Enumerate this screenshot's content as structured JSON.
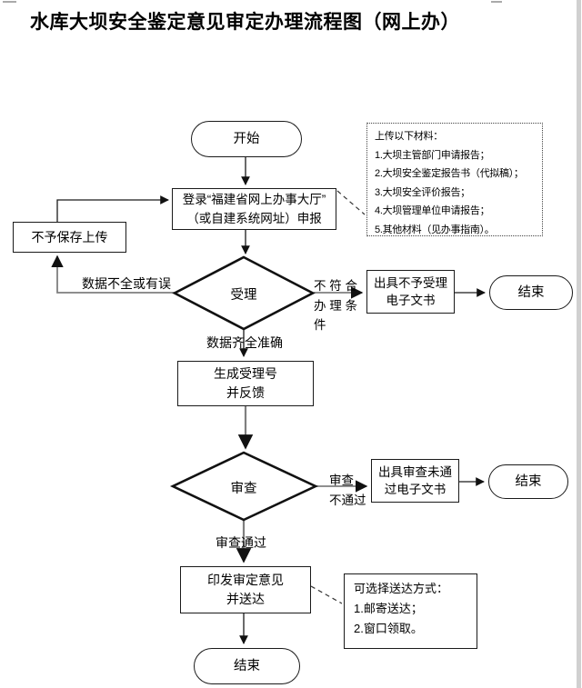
{
  "title": "水库大坝安全鉴定意见审定办理流程图（网上办）",
  "nodes": {
    "start": "开始",
    "login": {
      "line1": "登录“福建省网上办事大厅”",
      "line2": "（或自建系统网址）申报"
    },
    "no_save": "不予保存上传",
    "accept": "受理",
    "reject_doc": {
      "line1": "出具不予受理",
      "line2": "电子文书"
    },
    "end1": "结束",
    "generate": {
      "line1": "生成受理号",
      "line2": "并反馈"
    },
    "review": "审查",
    "review_fail_doc": {
      "line1": "出具审查未通",
      "line2": "过电子文书"
    },
    "end2": "结束",
    "issue": {
      "line1": "印发审定意见",
      "line2": "并送达"
    },
    "end3": "结束"
  },
  "labels": {
    "data_incomplete": "数据不全或有误",
    "not_eligible": {
      "line1": "不 符 合",
      "line2": "办 理 条",
      "line3": "件"
    },
    "data_complete": "数据齐全准确",
    "review_fail": {
      "line1": "审查",
      "line2": "不通过"
    },
    "review_pass": "审查通过"
  },
  "notes": {
    "materials": {
      "lines": [
        "上传以下材料：",
        "1.大坝主管部门申请报告；",
        "2.大坝安全鉴定报告书（代拟稿）；",
        "3.大坝安全评价报告；",
        "4.大坝管理单位申请报告；",
        "5.其他材料（见办事指南）。"
      ]
    },
    "delivery": {
      "lines": [
        "可选择送达方式：",
        "1.邮寄送达；",
        "2.窗口领取。"
      ]
    }
  },
  "colors": {
    "line": "#1a1a1a",
    "line_gray": "#7f7f7f",
    "page_edge": "#d0d0d0",
    "text": "#000000"
  }
}
